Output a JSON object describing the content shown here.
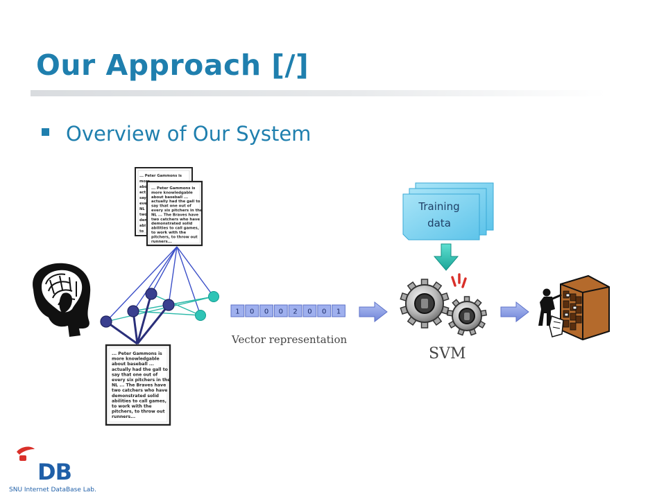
{
  "slide": {
    "title": "Our Approach [/]",
    "bullet": "Overview of Our System"
  },
  "document": {
    "lines": [
      "... Peter Gammons is",
      "more knowledgable",
      "about baseball ...",
      "actually had the gall to",
      "say that one out of",
      "every six pitchers in the",
      "NL ... The Braves have",
      "two catchers who have",
      "demonstrated solid",
      "abilities to call games,",
      "to work with the",
      "pitchers, to throw out",
      "runners..."
    ]
  },
  "vector": {
    "values": [
      "1",
      "0",
      "0",
      "0",
      "2",
      "0",
      "0",
      "1"
    ],
    "caption": "Vector representation"
  },
  "training": {
    "line1": "Training",
    "line2": "data"
  },
  "svm": {
    "label": "SVM"
  },
  "logo": {
    "letters": "DB",
    "lab_name": "SNU Internet DataBase Lab."
  },
  "colors": {
    "title": "#1f7fae",
    "node_dark": "#3a3f8f",
    "node_teal": "#2ec4b6",
    "arrow": "#7e92e0",
    "teal_arrow": "#2ab8a8",
    "training_fill": "#7fd3ef",
    "cabinet": "#b46a2c",
    "highlight_red": "#d9302a",
    "highlight_blue": "#2a3fd9"
  }
}
